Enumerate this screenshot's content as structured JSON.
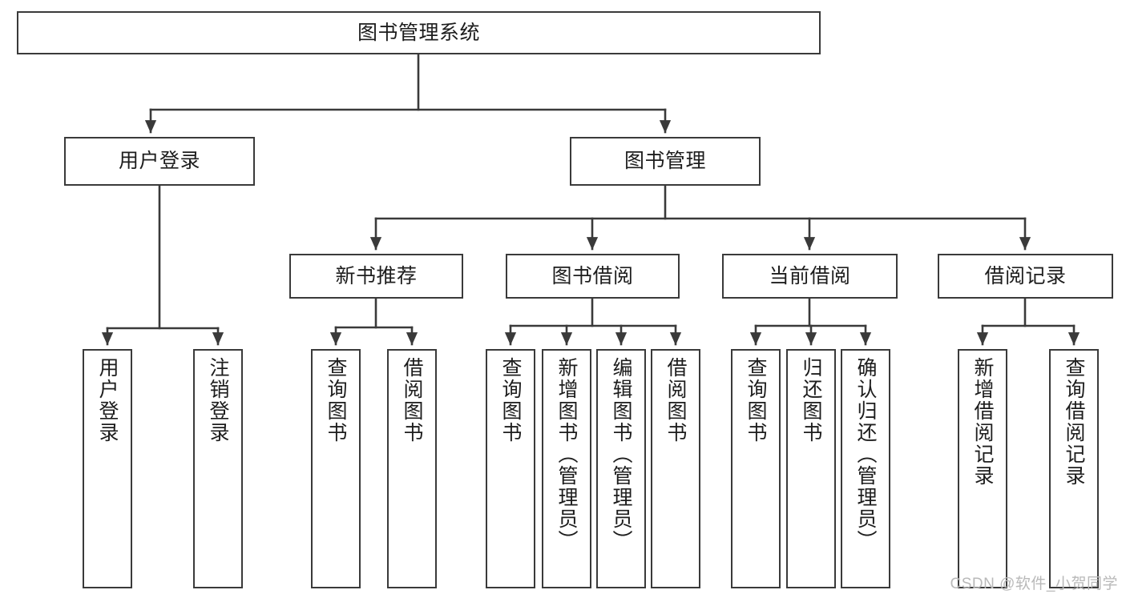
{
  "diagram": {
    "title": "图书管理系统",
    "type": "tree-hierarchy-diagram",
    "watermark": "CSDN @软件_小贺同学",
    "colors": {
      "box_border": "#3a3a3a",
      "box_fill": "#ffffff",
      "connector": "#3a3a3a",
      "text": "#1d1d1d",
      "watermark": "#b9b9b9",
      "background": "#ffffff"
    },
    "nodes": {
      "root": {
        "label": "图书管理系统"
      },
      "level2": [
        {
          "id": "user-login",
          "label": "用户登录"
        },
        {
          "id": "book-management",
          "label": "图书管理"
        }
      ],
      "level3": [
        {
          "id": "new-book-recommend",
          "label": "新书推荐"
        },
        {
          "id": "book-borrow",
          "label": "图书借阅"
        },
        {
          "id": "current-borrow",
          "label": "当前借阅"
        },
        {
          "id": "borrow-record",
          "label": "借阅记录"
        }
      ],
      "leaves": {
        "user-login": [
          {
            "id": "leaf-user-login",
            "label": "用户登录"
          },
          {
            "id": "leaf-logout",
            "label": "注销登录"
          }
        ],
        "new-book-recommend": [
          {
            "id": "leaf-query-book-1",
            "label": "查询图书"
          },
          {
            "id": "leaf-borrow-book-1",
            "label": "借阅图书"
          }
        ],
        "book-borrow": [
          {
            "id": "leaf-query-book-2",
            "label": "查询图书"
          },
          {
            "id": "leaf-add-book",
            "label": "新增图书（管理员）"
          },
          {
            "id": "leaf-edit-book",
            "label": "编辑图书（管理员）"
          },
          {
            "id": "leaf-borrow-book-2",
            "label": "借阅图书"
          }
        ],
        "current-borrow": [
          {
            "id": "leaf-query-book-3",
            "label": "查询图书"
          },
          {
            "id": "leaf-return-book",
            "label": "归还图书"
          },
          {
            "id": "leaf-confirm-return",
            "label": "确认归还（管理员）"
          }
        ],
        "borrow-record": [
          {
            "id": "leaf-add-record",
            "label": "新增借阅记录"
          },
          {
            "id": "leaf-query-record",
            "label": "查询借阅记录"
          }
        ]
      }
    }
  }
}
